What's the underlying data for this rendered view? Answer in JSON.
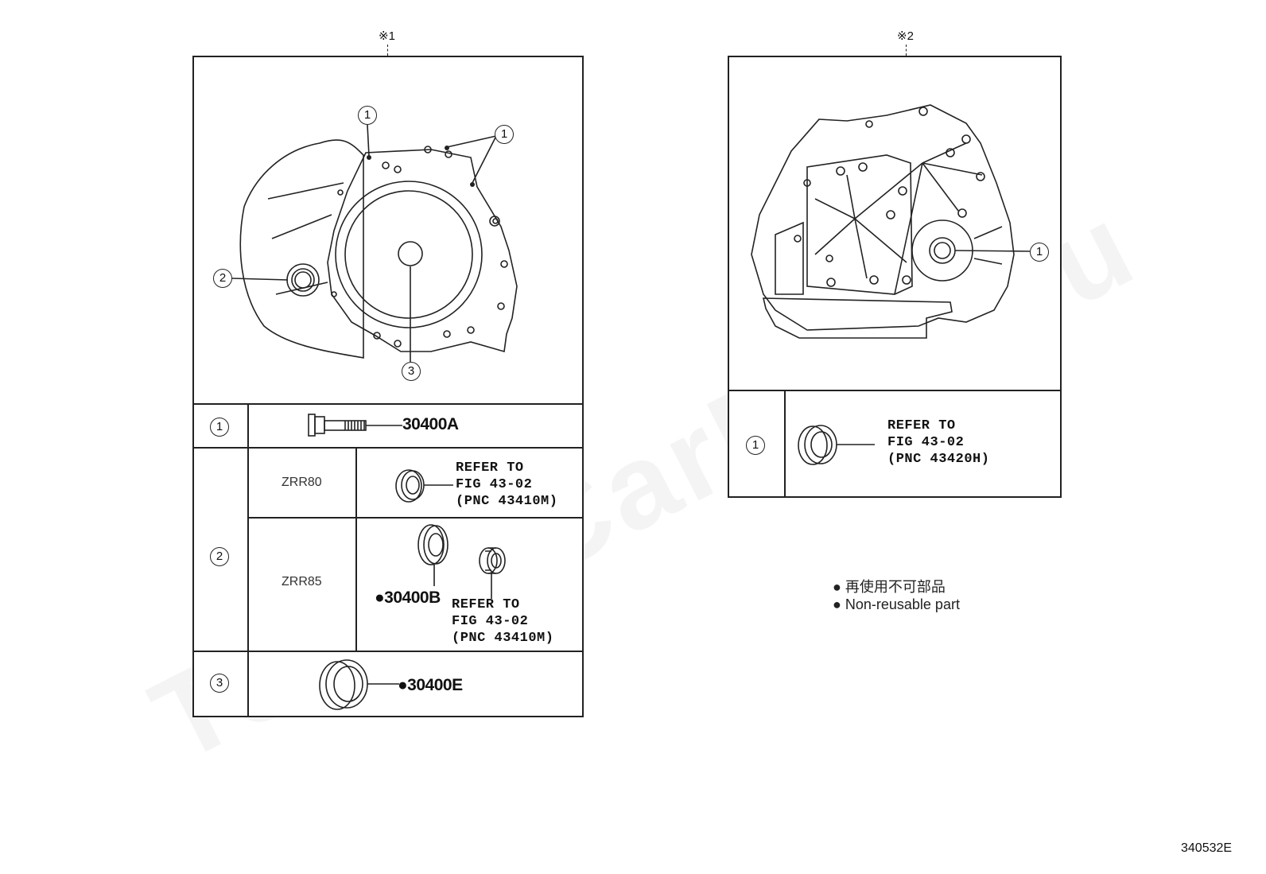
{
  "watermark": "ToyotaCarMine.ru",
  "figure_id": "340532E",
  "left_panel": {
    "header": "※1",
    "callouts": {
      "c1a": "1",
      "c1b": "1",
      "c2": "2",
      "c3": "3"
    },
    "rows": {
      "r1": {
        "num": "1",
        "part": "30400A"
      },
      "r2": {
        "num": "2",
        "zrr80": {
          "model": "ZRR80",
          "ref_line1": "REFER TO",
          "ref_line2": "FIG 43-02",
          "ref_line3": "(PNC 43410M)"
        },
        "zrr85": {
          "model": "ZRR85",
          "part": "●30400B",
          "ref_line1": "REFER TO",
          "ref_line2": "FIG 43-02",
          "ref_line3": "(PNC 43410M)"
        }
      },
      "r3": {
        "num": "3",
        "part": "●30400E"
      }
    }
  },
  "right_panel": {
    "header": "※2",
    "callouts": {
      "c1": "1"
    },
    "rows": {
      "r1": {
        "num": "1",
        "ref_line1": "REFER TO",
        "ref_line2": "FIG 43-02",
        "ref_line3": "(PNC 43420H)"
      }
    }
  },
  "legend": {
    "jp": "● 再使用不可部品",
    "en": "● Non-reusable part"
  }
}
